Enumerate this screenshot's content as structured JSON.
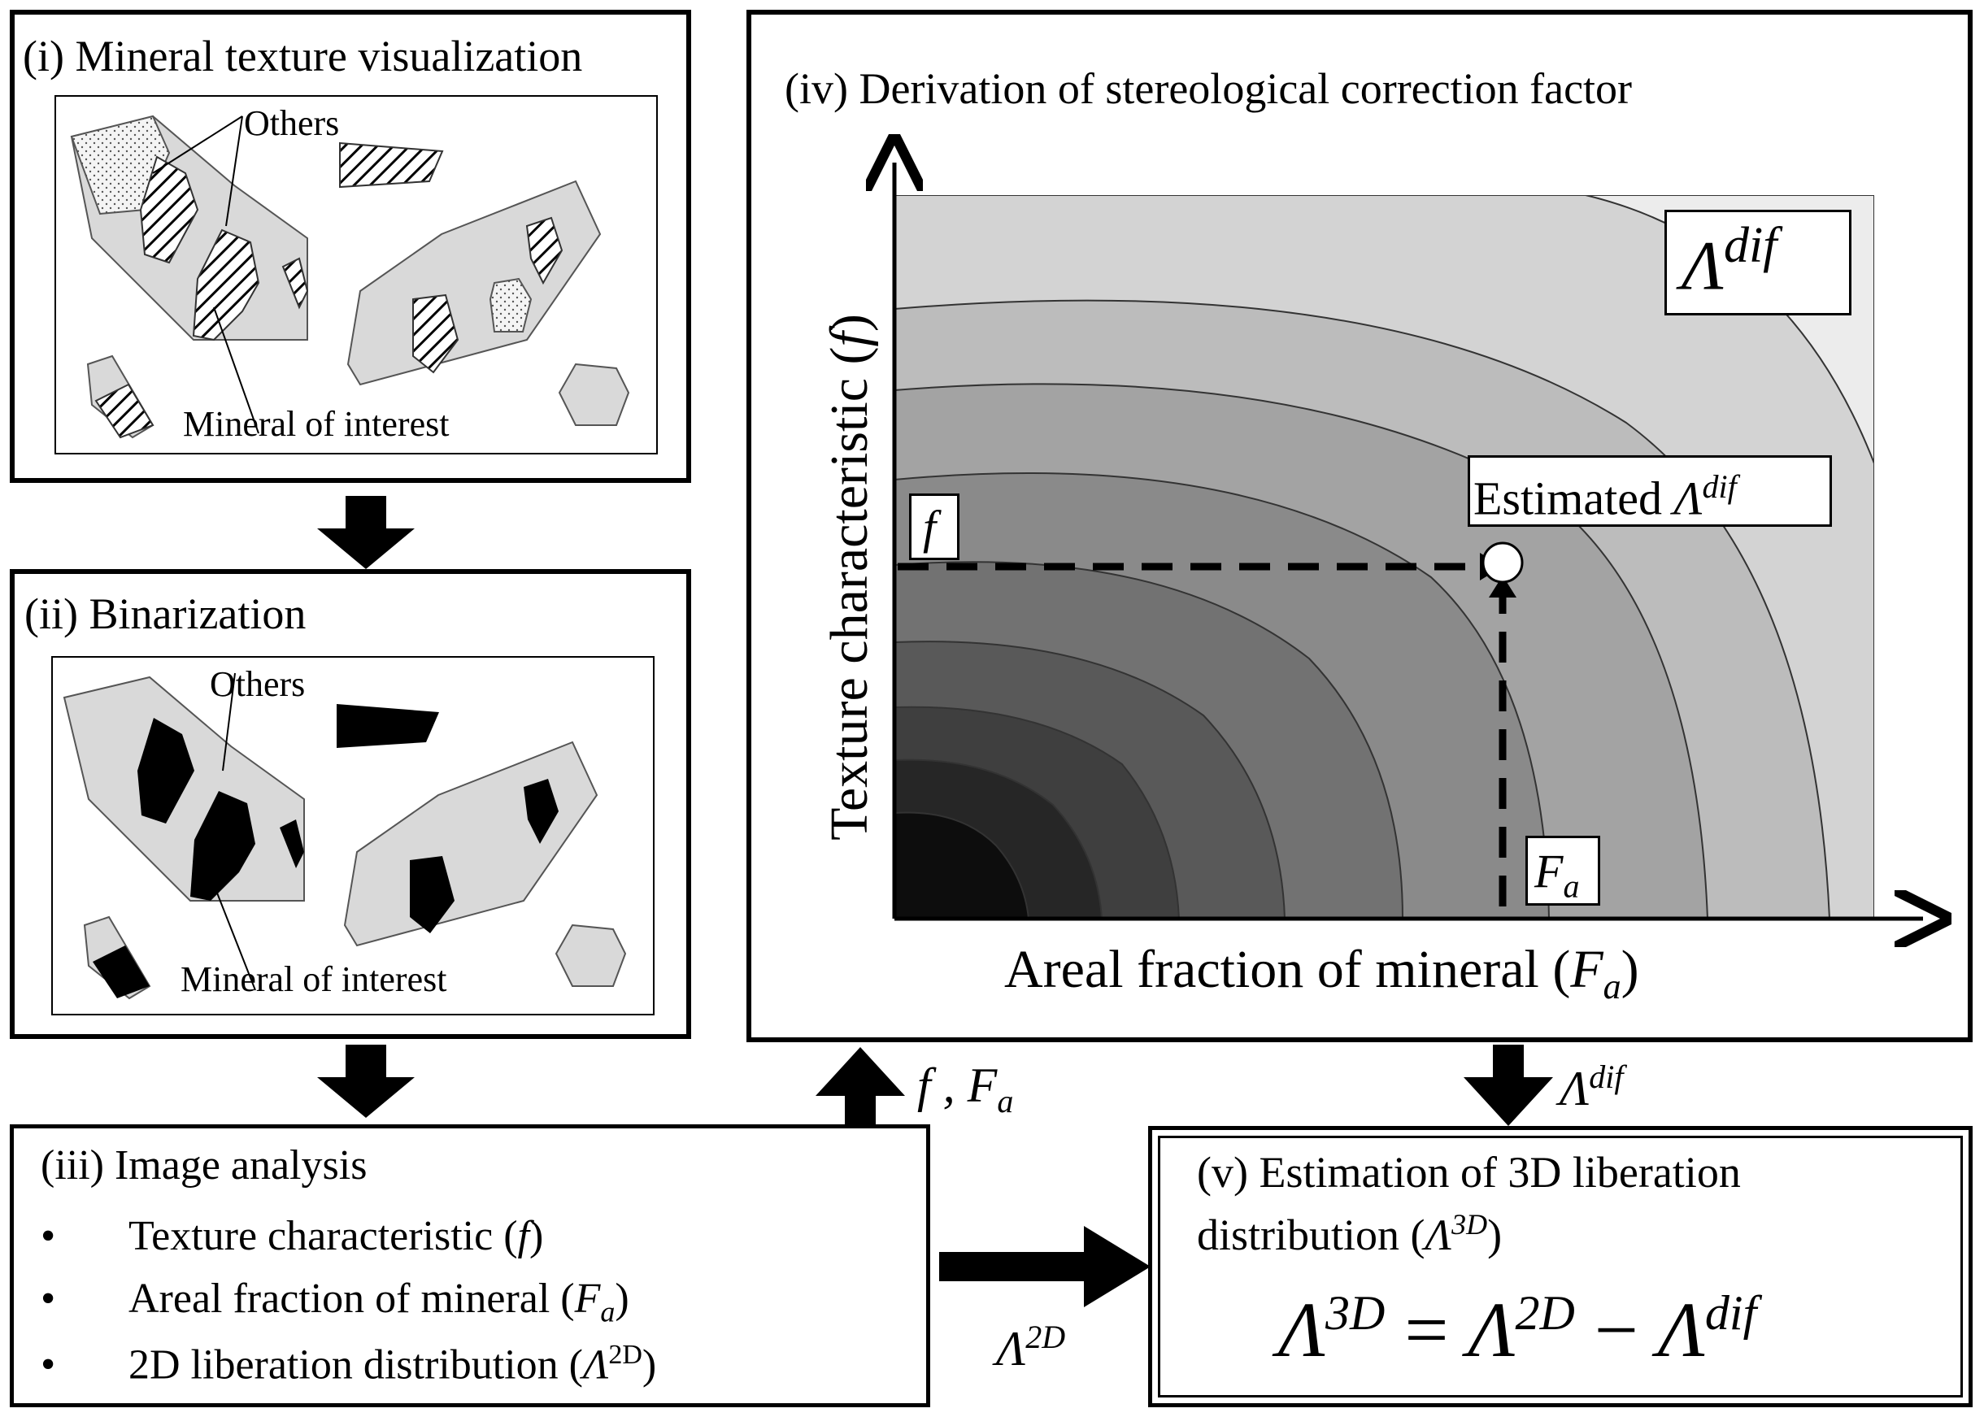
{
  "panels": {
    "texture": {
      "title": "(i) Mineral texture visualization",
      "label_others": "Others",
      "label_mineral": "Mineral of interest"
    },
    "binarization": {
      "title": "(ii) Binarization",
      "label_others": "Others",
      "label_mineral": "Mineral of interest"
    },
    "image_analysis": {
      "title": "(iii) Image analysis",
      "bullets": [
        {
          "text": "Texture characteristic (",
          "symbol": "f",
          "close": ")"
        },
        {
          "text": "Areal fraction of mineral (",
          "symbol": "F",
          "sub": "a",
          "close": ")"
        },
        {
          "text": "2D liberation distribution (",
          "symbol": "Λ",
          "sup": "2D",
          "close": ")"
        }
      ],
      "bullet_glyph": "•"
    },
    "correction": {
      "title": "(iv) Derivation of stereological correction factor",
      "y_axis_label": "Texture characteristic (",
      "y_axis_symbol": "f",
      "y_axis_close": ")",
      "x_axis_label": "Areal fraction of mineral (",
      "x_axis_symbol": "F",
      "x_axis_sub": "a",
      "x_axis_close": ")",
      "legend_symbol": "Λ",
      "legend_sup": "dif",
      "estimate_label": "Estimated ",
      "estimate_symbol": "Λ",
      "estimate_sup": "dif",
      "f_marker": "f",
      "fa_marker": "F",
      "fa_marker_sub": "a"
    },
    "estimation": {
      "title_line1": "(v) Estimation of 3D liberation",
      "title_line2": "distribution (",
      "title_symbol": "Λ",
      "title_sup": "3D",
      "title_close": ")",
      "equation": {
        "lhs": "Λ",
        "lhs_sup": "3D",
        "eq": "=",
        "term1": "Λ",
        "term1_sup": "2D",
        "minus": "−",
        "term2": "Λ",
        "term2_sup": "dif"
      }
    }
  },
  "arrows": {
    "up_label": "f , F",
    "up_label_sub": "a",
    "down_label": "Λ",
    "down_label_sup": "dif",
    "right_label": "Λ",
    "right_label_sup": "2D"
  },
  "colors": {
    "hatch": "#000000",
    "grain": "#d9d9d9",
    "mineral_binary": "#000000",
    "contour_levels": [
      "#ececec",
      "#d3d3d3",
      "#bcbcbc",
      "#a3a3a3",
      "#8a8a8a",
      "#727272",
      "#595959",
      "#3f3f3f",
      "#262626",
      "#0d0d0d"
    ]
  }
}
